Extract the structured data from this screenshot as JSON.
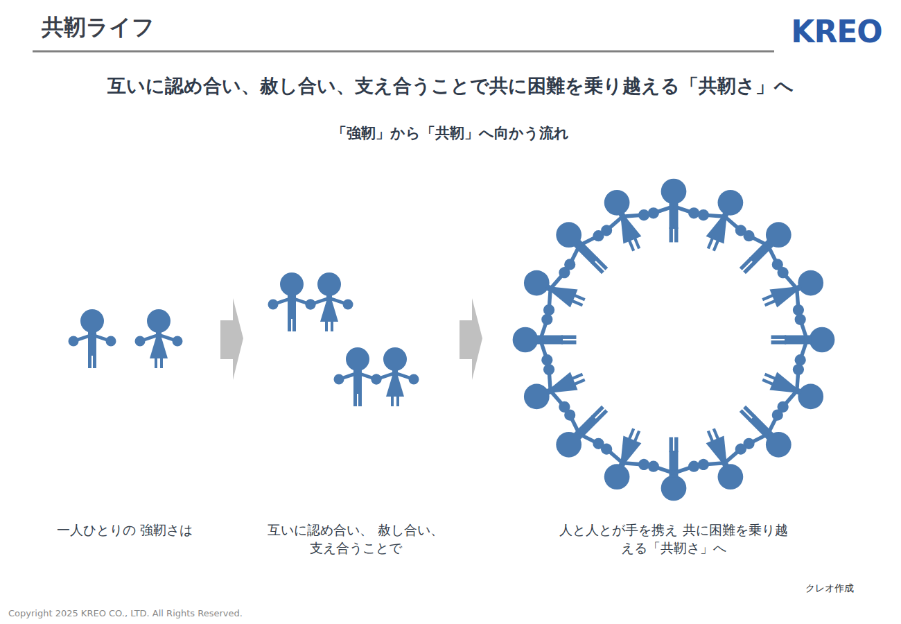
{
  "diagram": {
    "title": "共靭ライフ",
    "labels": [
      "KREO",
      "互いに認め合い、赦し合い、支え合うことで共に困難を乗り越える「共靭さ」へ",
      "「強靭」から「共靭」へ向かう流れ",
      "一人ひとりの 強靭さは",
      "互いに認め合い、 赦し合い、支え合うことで",
      "人と人とが手を携え 共に困難を乗り越える「共靭さ」へ",
      "クレオ作成",
      "Copyright 2025 KREO CO., LTD. All Rights Reserved."
    ]
  }
}
